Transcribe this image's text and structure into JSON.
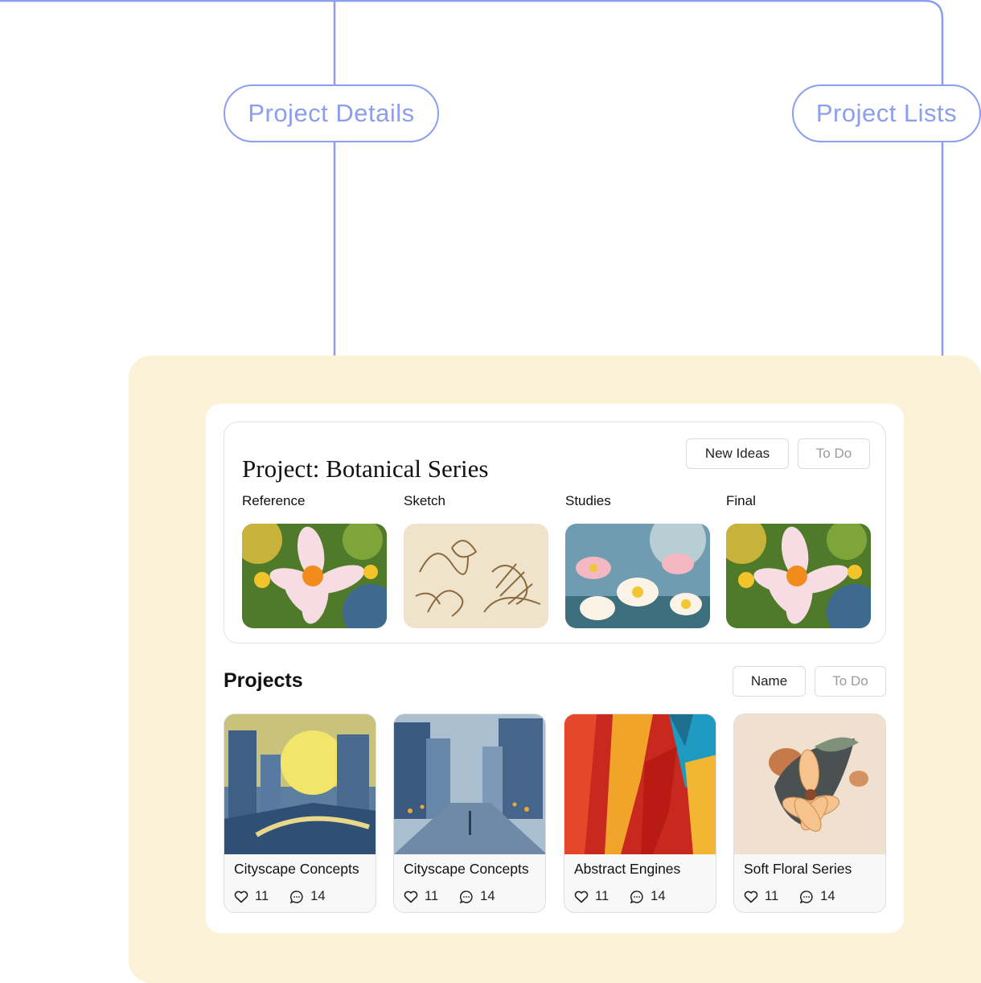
{
  "callouts": {
    "details": "Project Details",
    "lists": "Project Lists"
  },
  "colors": {
    "accent": "#8c9ef0",
    "panel_background": "#fbf2d8"
  },
  "detail": {
    "title": "Project: Botanical Series",
    "buttons": {
      "new_ideas": "New Ideas",
      "todo": "To Do"
    },
    "stages": [
      {
        "label": "Reference",
        "image": "pink-daisies-painting"
      },
      {
        "label": "Sketch",
        "image": "ink-line-sketch"
      },
      {
        "label": "Studies",
        "image": "flowers-on-blue-painting"
      },
      {
        "label": "Final",
        "image": "pink-daisies-painting"
      }
    ]
  },
  "projects": {
    "heading": "Projects",
    "buttons": {
      "name": "Name",
      "todo": "To Do"
    },
    "items": [
      {
        "title": "Cityscape Concepts",
        "likes": "11",
        "comments": "14",
        "image": "golden-city-painting"
      },
      {
        "title": "Cityscape Concepts",
        "likes": "11",
        "comments": "14",
        "image": "blue-city-street-painting"
      },
      {
        "title": "Abstract Engines",
        "likes": "11",
        "comments": "14",
        "image": "red-blue-abstract-painting"
      },
      {
        "title": "Soft Floral Series",
        "likes": "11",
        "comments": "14",
        "image": "soft-floral-illustration"
      }
    ]
  },
  "icons": {
    "like": "heart-icon",
    "comment": "comment-bubble-icon"
  }
}
